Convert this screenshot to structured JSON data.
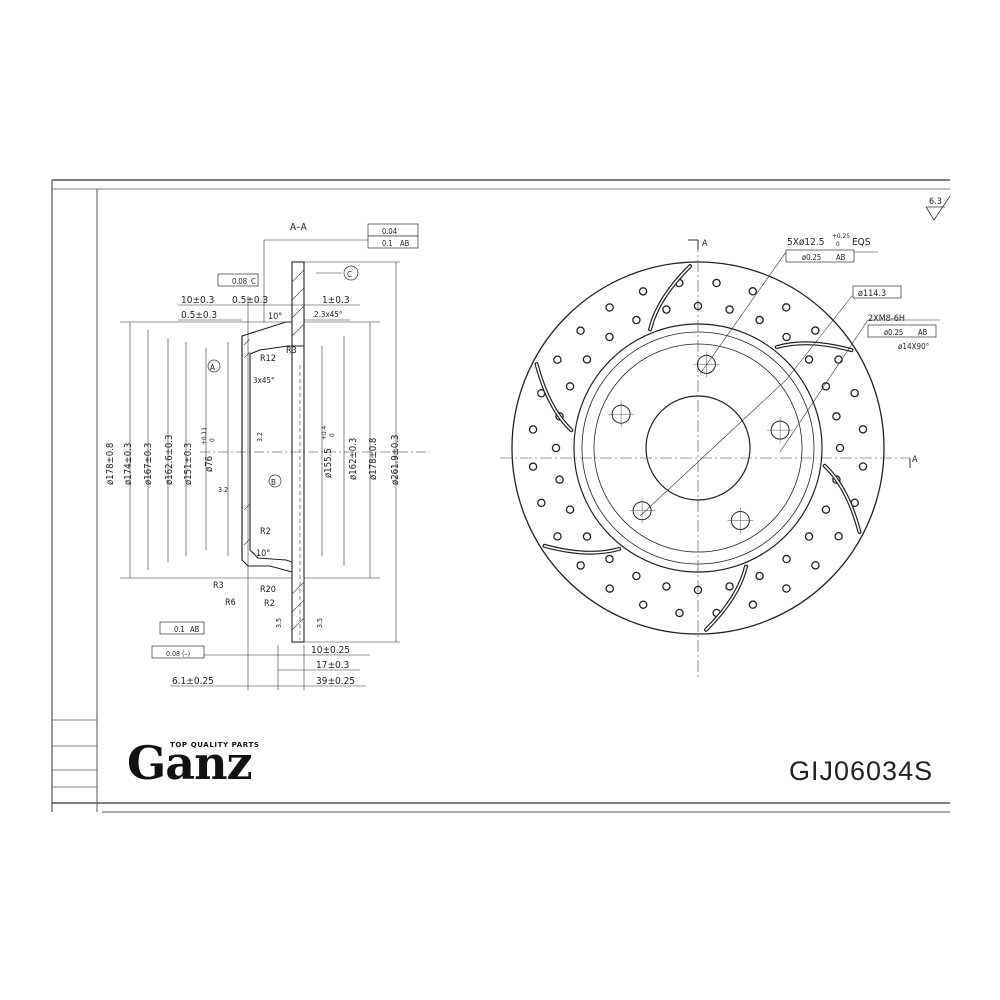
{
  "brand": {
    "tagline": "TOP QUALITY PARTS",
    "name": "Ganz"
  },
  "part_number": "GIJ06034S",
  "roughness": "6.3",
  "section": {
    "title": "A–A",
    "tolerances": {
      "flatness_top": "0.04",
      "runout_top": "0.1",
      "runout_top_ref": "AB",
      "parallel": "0.08",
      "parallel_ref": "C",
      "runout_bottom": "0.1",
      "runout_bottom_ref": "AB",
      "flatness_bottom": "0.08 (–)"
    },
    "datums": {
      "a": "A",
      "b": "B",
      "c": "C"
    },
    "horizontal_dims": {
      "d1": "10±0.3",
      "d2": "0.5±0.3",
      "d3": "0.5±0.3",
      "d4": "1±0.3",
      "chamfer": "2.3x45°",
      "angle1": "10°",
      "chamfer2": "3x45°",
      "angle2": "10°",
      "w1": "10±0.25",
      "w2": "17±0.3",
      "w3": "6.1±0.25",
      "w4": "39±0.25"
    },
    "diameters_left": [
      "ø178±0.8",
      "ø174±0.3",
      "ø167±0.3",
      "ø162.6±0.3",
      "ø151±0.3",
      "ø76"
    ],
    "d76_tol_upper": "+0.11",
    "d76_tol_lower": "0",
    "diameters_right": [
      "ø155.5",
      "ø162±0.3",
      "ø178±0.8",
      "ø261.9±0.3"
    ],
    "d155_tol_upper": "+0.4",
    "d155_tol_lower": "0",
    "radii": [
      "R12",
      "R3",
      "R2",
      "R3",
      "R6",
      "R20",
      "R2"
    ],
    "small": [
      "3.2",
      "3.2",
      "3.5",
      "3.5"
    ]
  },
  "front": {
    "section_mark": "A",
    "holes": "5Xø12.5",
    "holes_tol_upper": "+0.25",
    "holes_tol_lower": "0",
    "holes_eqs": "EQS",
    "holes_pos": "ø0.25",
    "holes_ref": "AB",
    "pcd": "ø114.3",
    "thread": "2XM8-6H",
    "thread_pos": "ø0.25",
    "thread_ref": "AB",
    "countersink": "ø14X90°"
  }
}
